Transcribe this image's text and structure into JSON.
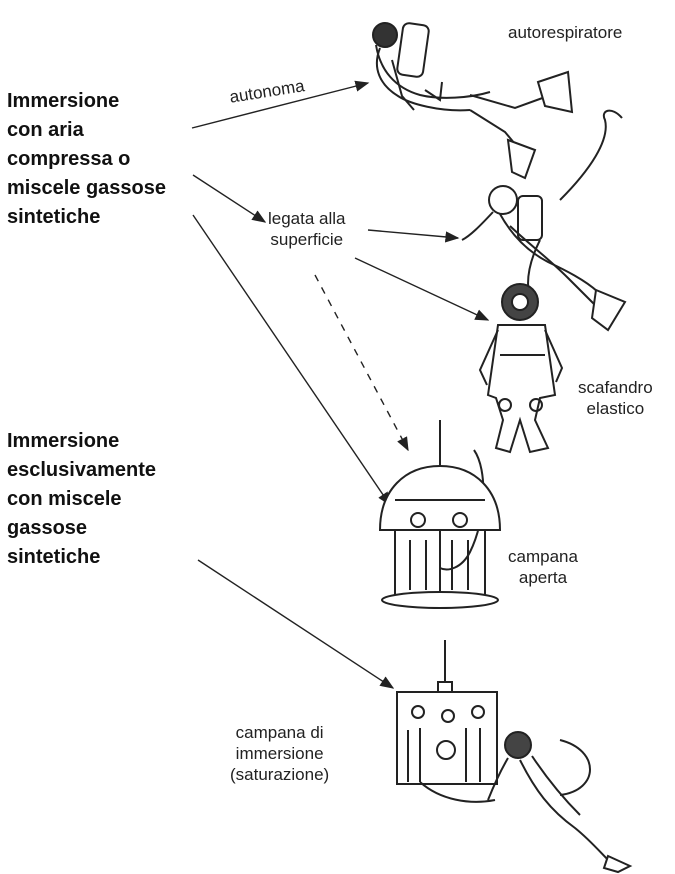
{
  "categories": {
    "compressed": "Immersione\ncon aria\ncompressa o\nmiscele gassose\nsintetiche",
    "synthetic": "Immersione\nesclusivamente\ncon miscele\ngassose\nsintetiche"
  },
  "labels": {
    "autonoma": "autonoma",
    "legata": "legata alla\nsuperficie",
    "autorespiratore": "autorespiratore",
    "scafandro": "scafandro\nelastico",
    "campana_aperta": "campana\naperta",
    "campana_immersione": "campana di\nimmersione\n(saturazione)"
  },
  "icons": [
    "scuba-diver-icon",
    "tethered-diver-icon",
    "helmet-diver-icon",
    "open-bell-icon",
    "saturation-bell-icon",
    "bell-diver-icon"
  ],
  "colors": {
    "line": "#222222",
    "text": "#111111"
  }
}
